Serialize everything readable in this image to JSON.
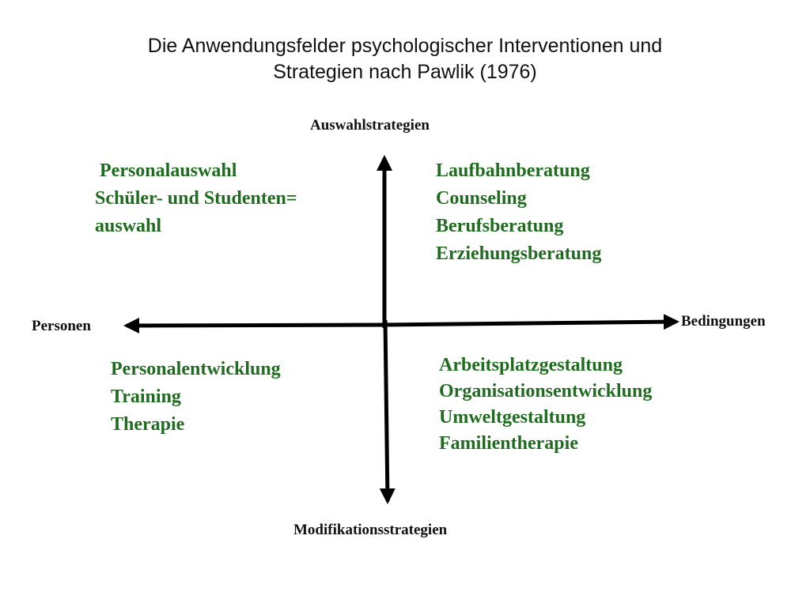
{
  "title": {
    "line1": "Die Anwendungsfelder psychologischer Interventionen und",
    "line2": "Strategien nach Pawlik (1976)"
  },
  "axes": {
    "top": "Auswahlstrategien",
    "bottom": "Modifikationsstrategien",
    "left": "Personen",
    "right": "Bedingungen"
  },
  "quadrants": {
    "top_left": [
      " Personalauswahl",
      "Schüler- und Studenten=",
      "auswahl"
    ],
    "top_right": [
      "Laufbahnberatung",
      "Counseling",
      "Berufsberatung",
      "Erziehungsberatung"
    ],
    "bottom_left": [
      "Personalentwicklung",
      "Training",
      "Therapie"
    ],
    "bottom_right": [
      "Arbeitsplatzgestaltung",
      "Organisationsentwicklung",
      "Umweltgestaltung",
      "Familientherapie"
    ]
  },
  "colors": {
    "quadrant_text": "#1f6b1f",
    "axis_lines": "#000000"
  }
}
